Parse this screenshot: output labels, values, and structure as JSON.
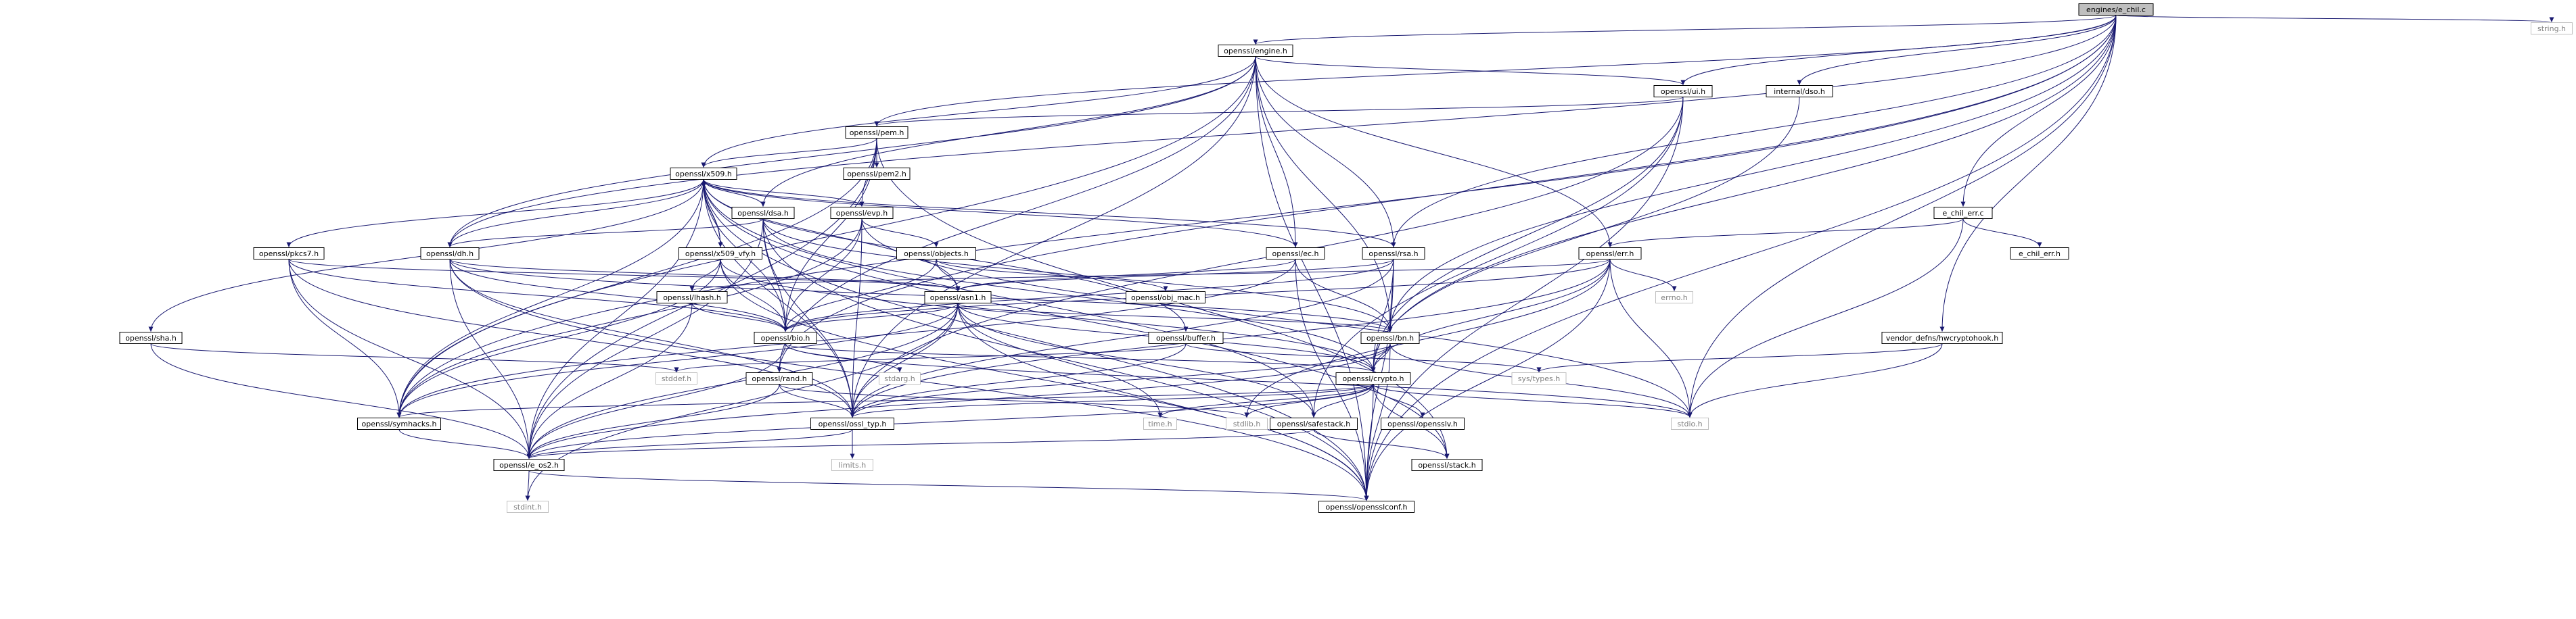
{
  "graph": {
    "root": "engines/e_chil.c",
    "colors": {
      "root_fill": "#bfbfbf",
      "node_fill": "#ffffff",
      "node_border": "#000000",
      "system_border": "#bfbfbf",
      "system_text": "#7f7f7f",
      "edge": "#191970"
    },
    "nodes": [
      {
        "id": "e_chil_c",
        "label": "engines/e_chil.c",
        "kind": "root"
      },
      {
        "id": "string_h",
        "label": "string.h",
        "kind": "system"
      },
      {
        "id": "engine_h",
        "label": "openssl/engine.h",
        "kind": "header"
      },
      {
        "id": "ui_h",
        "label": "openssl/ui.h",
        "kind": "header"
      },
      {
        "id": "dso_h",
        "label": "internal/dso.h",
        "kind": "header"
      },
      {
        "id": "pem_h",
        "label": "openssl/pem.h",
        "kind": "header"
      },
      {
        "id": "pem2_h",
        "label": "openssl/pem2.h",
        "kind": "header"
      },
      {
        "id": "x509_h",
        "label": "openssl/x509.h",
        "kind": "header"
      },
      {
        "id": "dsa_h",
        "label": "openssl/dsa.h",
        "kind": "header"
      },
      {
        "id": "evp_h",
        "label": "openssl/evp.h",
        "kind": "header"
      },
      {
        "id": "e_chil_err_c",
        "label": "e_chil_err.c",
        "kind": "header"
      },
      {
        "id": "e_chil_err_h",
        "label": "e_chil_err.h",
        "kind": "header"
      },
      {
        "id": "pkcs7_h",
        "label": "openssl/pkcs7.h",
        "kind": "header"
      },
      {
        "id": "dh_h",
        "label": "openssl/dh.h",
        "kind": "header"
      },
      {
        "id": "x509_vfy_h",
        "label": "openssl/x509_vfy.h",
        "kind": "header"
      },
      {
        "id": "objects_h",
        "label": "openssl/objects.h",
        "kind": "header"
      },
      {
        "id": "ec_h",
        "label": "openssl/ec.h",
        "kind": "header"
      },
      {
        "id": "rsa_h",
        "label": "openssl/rsa.h",
        "kind": "header"
      },
      {
        "id": "err_h",
        "label": "openssl/err.h",
        "kind": "header"
      },
      {
        "id": "errno_h",
        "label": "errno.h",
        "kind": "system"
      },
      {
        "id": "lhash_h",
        "label": "openssl/lhash.h",
        "kind": "header"
      },
      {
        "id": "obj_mac_h",
        "label": "openssl/obj_mac.h",
        "kind": "header"
      },
      {
        "id": "asn1_h",
        "label": "openssl/asn1.h",
        "kind": "header"
      },
      {
        "id": "sha_h",
        "label": "openssl/sha.h",
        "kind": "header"
      },
      {
        "id": "bio_h",
        "label": "openssl/bio.h",
        "kind": "header"
      },
      {
        "id": "buffer_h",
        "label": "openssl/buffer.h",
        "kind": "header"
      },
      {
        "id": "bn_h",
        "label": "openssl/bn.h",
        "kind": "header"
      },
      {
        "id": "hwcrypto_h",
        "label": "vendor_defns/hwcryptohook.h",
        "kind": "header"
      },
      {
        "id": "stdarg_h",
        "label": "stdarg.h",
        "kind": "system"
      },
      {
        "id": "stddef_h",
        "label": "stddef.h",
        "kind": "system"
      },
      {
        "id": "rand_h",
        "label": "openssl/rand.h",
        "kind": "header"
      },
      {
        "id": "crypto_h",
        "label": "openssl/crypto.h",
        "kind": "header"
      },
      {
        "id": "systypes_h",
        "label": "sys/types.h",
        "kind": "system"
      },
      {
        "id": "symhacks_h",
        "label": "openssl/symhacks.h",
        "kind": "header"
      },
      {
        "id": "ossl_typ_h",
        "label": "openssl/ossl_typ.h",
        "kind": "header"
      },
      {
        "id": "time_h",
        "label": "time.h",
        "kind": "system"
      },
      {
        "id": "stdlib_h",
        "label": "stdlib.h",
        "kind": "system"
      },
      {
        "id": "safestack_h",
        "label": "openssl/safestack.h",
        "kind": "header"
      },
      {
        "id": "opensslv_h",
        "label": "openssl/opensslv.h",
        "kind": "header"
      },
      {
        "id": "stdio_h",
        "label": "stdio.h",
        "kind": "system"
      },
      {
        "id": "limits_h",
        "label": "limits.h",
        "kind": "system"
      },
      {
        "id": "e_os2_h",
        "label": "openssl/e_os2.h",
        "kind": "header"
      },
      {
        "id": "stack_h",
        "label": "openssl/stack.h",
        "kind": "header"
      },
      {
        "id": "stdint_h",
        "label": "stdint.h",
        "kind": "system"
      },
      {
        "id": "opensslconf_h",
        "label": "openssl/opensslconf.h",
        "kind": "header"
      }
    ],
    "edges": [
      [
        "e_chil_c",
        "string_h"
      ],
      [
        "e_chil_c",
        "engine_h"
      ],
      [
        "e_chil_c",
        "ui_h"
      ],
      [
        "e_chil_c",
        "dso_h"
      ],
      [
        "e_chil_c",
        "pem_h"
      ],
      [
        "e_chil_c",
        "e_chil_err_c"
      ],
      [
        "e_chil_c",
        "hwcrypto_h"
      ],
      [
        "e_chil_c",
        "rsa_h"
      ],
      [
        "e_chil_c",
        "dh_h"
      ],
      [
        "e_chil_c",
        "bn_h"
      ],
      [
        "e_chil_c",
        "crypto_h"
      ],
      [
        "e_chil_c",
        "rand_h"
      ],
      [
        "e_chil_c",
        "symhacks_h"
      ],
      [
        "e_chil_c",
        "stdio_h"
      ],
      [
        "e_chil_c",
        "opensslconf_h"
      ],
      [
        "engine_h",
        "opensslconf_h"
      ],
      [
        "engine_h",
        "bn_h"
      ],
      [
        "engine_h",
        "rsa_h"
      ],
      [
        "engine_h",
        "dsa_h"
      ],
      [
        "engine_h",
        "dh_h"
      ],
      [
        "engine_h",
        "ec_h"
      ],
      [
        "engine_h",
        "rand_h"
      ],
      [
        "engine_h",
        "ui_h"
      ],
      [
        "engine_h",
        "err_h"
      ],
      [
        "engine_h",
        "ossl_typ_h"
      ],
      [
        "engine_h",
        "symhacks_h"
      ],
      [
        "engine_h",
        "x509_h"
      ],
      [
        "ui_h",
        "pem_h"
      ],
      [
        "ui_h",
        "crypto_h"
      ],
      [
        "ui_h",
        "safestack_h"
      ],
      [
        "ui_h",
        "ossl_typ_h"
      ],
      [
        "ui_h",
        "opensslconf_h"
      ],
      [
        "dso_h",
        "crypto_h"
      ],
      [
        "pem_h",
        "pem2_h"
      ],
      [
        "pem_h",
        "x509_h"
      ],
      [
        "pem_h",
        "evp_h"
      ],
      [
        "pem_h",
        "bio_h"
      ],
      [
        "pem_h",
        "stack_h"
      ],
      [
        "pem_h",
        "symhacks_h"
      ],
      [
        "pem_h",
        "e_os2_h"
      ],
      [
        "x509_h",
        "dsa_h"
      ],
      [
        "x509_h",
        "evp_h"
      ],
      [
        "x509_h",
        "dh_h"
      ],
      [
        "x509_h",
        "x509_vfy_h"
      ],
      [
        "x509_h",
        "pkcs7_h"
      ],
      [
        "x509_h",
        "ec_h"
      ],
      [
        "x509_h",
        "rsa_h"
      ],
      [
        "x509_h",
        "sha_h"
      ],
      [
        "x509_h",
        "buffer_h"
      ],
      [
        "x509_h",
        "asn1_h"
      ],
      [
        "x509_h",
        "bio_h"
      ],
      [
        "x509_h",
        "safestack_h"
      ],
      [
        "x509_h",
        "symhacks_h"
      ],
      [
        "x509_h",
        "ossl_typ_h"
      ],
      [
        "x509_h",
        "e_os2_h"
      ],
      [
        "x509_h",
        "stack_h"
      ],
      [
        "x509_h",
        "opensslconf_h"
      ],
      [
        "dsa_h",
        "dh_h"
      ],
      [
        "dsa_h",
        "bio_h"
      ],
      [
        "dsa_h",
        "crypto_h"
      ],
      [
        "dsa_h",
        "ossl_typ_h"
      ],
      [
        "dsa_h",
        "bn_h"
      ],
      [
        "dsa_h",
        "e_os2_h"
      ],
      [
        "dsa_h",
        "opensslconf_h"
      ],
      [
        "evp_h",
        "objects_h"
      ],
      [
        "evp_h",
        "bio_h"
      ],
      [
        "evp_h",
        "symhacks_h"
      ],
      [
        "evp_h",
        "ossl_typ_h"
      ],
      [
        "evp_h",
        "stdio_h"
      ],
      [
        "e_chil_err_c",
        "err_h"
      ],
      [
        "e_chil_err_c",
        "e_chil_err_h"
      ],
      [
        "e_chil_err_c",
        "stdio_h"
      ],
      [
        "pkcs7_h",
        "asn1_h"
      ],
      [
        "pkcs7_h",
        "bio_h"
      ],
      [
        "pkcs7_h",
        "symhacks_h"
      ],
      [
        "pkcs7_h",
        "ossl_typ_h"
      ],
      [
        "pkcs7_h",
        "e_os2_h"
      ],
      [
        "dh_h",
        "asn1_h"
      ],
      [
        "dh_h",
        "bio_h"
      ],
      [
        "dh_h",
        "ossl_typ_h"
      ],
      [
        "dh_h",
        "bn_h"
      ],
      [
        "dh_h",
        "e_os2_h"
      ],
      [
        "dh_h",
        "opensslconf_h"
      ],
      [
        "x509_vfy_h",
        "lhash_h"
      ],
      [
        "x509_vfy_h",
        "bio_h"
      ],
      [
        "x509_vfy_h",
        "crypto_h"
      ],
      [
        "x509_vfy_h",
        "symhacks_h"
      ],
      [
        "x509_vfy_h",
        "opensslconf_h"
      ],
      [
        "x509_vfy_h",
        "x509_h"
      ],
      [
        "objects_h",
        "obj_mac_h"
      ],
      [
        "objects_h",
        "asn1_h"
      ],
      [
        "objects_h",
        "bio_h"
      ],
      [
        "ec_h",
        "asn1_h"
      ],
      [
        "ec_h",
        "bn_h"
      ],
      [
        "ec_h",
        "symhacks_h"
      ],
      [
        "ec_h",
        "opensslconf_h"
      ],
      [
        "rsa_h",
        "asn1_h"
      ],
      [
        "rsa_h",
        "bio_h"
      ],
      [
        "rsa_h",
        "crypto_h"
      ],
      [
        "rsa_h",
        "ossl_typ_h"
      ],
      [
        "rsa_h",
        "bn_h"
      ],
      [
        "rsa_h",
        "opensslconf_h"
      ],
      [
        "err_h",
        "errno_h"
      ],
      [
        "err_h",
        "bio_h"
      ],
      [
        "err_h",
        "lhash_h"
      ],
      [
        "err_h",
        "crypto_h"
      ],
      [
        "err_h",
        "ossl_typ_h"
      ],
      [
        "err_h",
        "stdlib_h"
      ],
      [
        "err_h",
        "stdio_h"
      ],
      [
        "err_h",
        "opensslconf_h"
      ],
      [
        "lhash_h",
        "bio_h"
      ],
      [
        "lhash_h",
        "e_os2_h"
      ],
      [
        "asn1_h",
        "bio_h"
      ],
      [
        "asn1_h",
        "bn_h"
      ],
      [
        "asn1_h",
        "crypto_h"
      ],
      [
        "asn1_h",
        "ossl_typ_h"
      ],
      [
        "asn1_h",
        "symhacks_h"
      ],
      [
        "asn1_h",
        "safestack_h"
      ],
      [
        "asn1_h",
        "time_h"
      ],
      [
        "asn1_h",
        "e_os2_h"
      ],
      [
        "asn1_h",
        "opensslconf_h"
      ],
      [
        "asn1_h",
        "stdint_h"
      ],
      [
        "sha_h",
        "e_os2_h"
      ],
      [
        "sha_h",
        "stddef_h"
      ],
      [
        "bio_h",
        "stdarg_h"
      ],
      [
        "bio_h",
        "stdio_h"
      ],
      [
        "bio_h",
        "crypto_h"
      ],
      [
        "bio_h",
        "e_os2_h"
      ],
      [
        "buffer_h",
        "stddef_h"
      ],
      [
        "buffer_h",
        "systypes_h"
      ],
      [
        "buffer_h",
        "ossl_typ_h"
      ],
      [
        "bn_h",
        "crypto_h"
      ],
      [
        "bn_h",
        "ossl_typ_h"
      ],
      [
        "bn_h",
        "stdio_h"
      ],
      [
        "bn_h",
        "opensslconf_h"
      ],
      [
        "bn_h",
        "e_os2_h"
      ],
      [
        "hwcrypto_h",
        "systypes_h"
      ],
      [
        "hwcrypto_h",
        "stdio_h"
      ],
      [
        "rand_h",
        "ossl_typ_h"
      ],
      [
        "rand_h",
        "stdlib_h"
      ],
      [
        "rand_h",
        "e_os2_h"
      ],
      [
        "crypto_h",
        "stdlib_h"
      ],
      [
        "crypto_h",
        "time_h"
      ],
      [
        "crypto_h",
        "safestack_h"
      ],
      [
        "crypto_h",
        "opensslv_h"
      ],
      [
        "crypto_h",
        "ossl_typ_h"
      ],
      [
        "crypto_h",
        "stdio_h"
      ],
      [
        "crypto_h",
        "symhacks_h"
      ],
      [
        "crypto_h",
        "e_os2_h"
      ],
      [
        "crypto_h",
        "stack_h"
      ],
      [
        "crypto_h",
        "opensslconf_h"
      ],
      [
        "symhacks_h",
        "e_os2_h"
      ],
      [
        "ossl_typ_h",
        "limits_h"
      ],
      [
        "ossl_typ_h",
        "e_os2_h"
      ],
      [
        "safestack_h",
        "stack_h"
      ],
      [
        "safestack_h",
        "e_os2_h"
      ],
      [
        "e_os2_h",
        "opensslconf_h"
      ],
      [
        "e_os2_h",
        "stdint_h"
      ]
    ]
  }
}
